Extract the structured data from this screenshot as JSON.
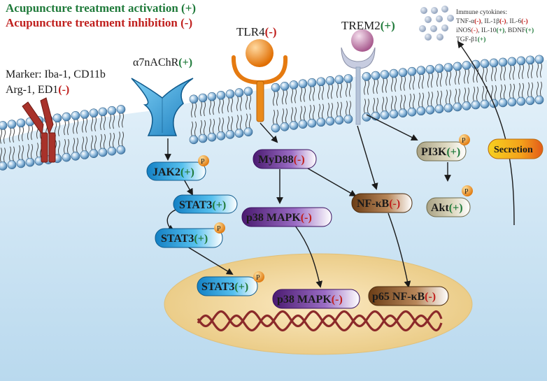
{
  "legend": {
    "activation": "Acupuncture treatment activation (+)",
    "inhibition": "Acupuncture treatment inhibition (-)"
  },
  "receptors": {
    "a7nachr": {
      "name": "α7nAChR",
      "sign": "(+)"
    },
    "tlr4": {
      "name": "TLR4",
      "sign": "(-)"
    },
    "trem2": {
      "name": "TREM2",
      "sign": "(+)"
    }
  },
  "marker": {
    "line1": "Marker: Iba-1, CD11b",
    "line2": "Arg-1, ED1",
    "sign": "(-)"
  },
  "cytokines": {
    "title": "Immune cytokines:",
    "line1": [
      {
        "name": "TNF-α",
        "sign": "(-)"
      },
      {
        "name": ", IL-1β",
        "sign": "(-)"
      },
      {
        "name": ", IL-6",
        "sign": "(-)"
      }
    ],
    "line2": [
      {
        "name": "iNOS",
        "sign": "(-)"
      },
      {
        "name": ", IL-10",
        "sign": "(+)"
      },
      {
        "name": ", BDNF",
        "sign": "(+)"
      }
    ],
    "line3": [
      {
        "name": "TGF-β1",
        "sign": "(+)"
      }
    ]
  },
  "nodes": {
    "jak2": {
      "name": "JAK2",
      "sign": "(+)",
      "phospho": "P"
    },
    "stat3_a": {
      "name": "STAT3",
      "sign": "(+)"
    },
    "stat3_b": {
      "name": "STAT3",
      "sign": "(+)",
      "phospho": "P"
    },
    "stat3_nuc": {
      "name": "STAT3",
      "sign": "(+)",
      "phospho": "P"
    },
    "myd88": {
      "name": "MyD88",
      "sign": "(-)"
    },
    "p38": {
      "name": "p38 MAPK",
      "sign": "(-)"
    },
    "p38_nuc": {
      "name": "p38 MAPK",
      "sign": "(-)"
    },
    "nfkb": {
      "name": "NF-κB",
      "sign": "(-)"
    },
    "p65": {
      "name": "p65 NF-κB",
      "sign": "(-)"
    },
    "pi3k": {
      "name": "PI3K",
      "sign": "(+)",
      "phospho": "P"
    },
    "akt": {
      "name": "Akt",
      "sign": "(+)",
      "phospho": "P"
    },
    "secretion": {
      "name": "Secretion"
    }
  },
  "colors": {
    "activation": "#1f7a3a",
    "inhibition": "#c0201e",
    "cytoplasm": "#cfe6f4",
    "nucleus": "#f2d9a0",
    "dna": "#8b2a2a",
    "jak_stat": "#29a3dc",
    "mapk": "#6a2c91",
    "nfkb": "#8a5a2b",
    "pi3k": "#c8c2a4",
    "secretion": "#f5c518",
    "phospho": "#e98b2a"
  }
}
